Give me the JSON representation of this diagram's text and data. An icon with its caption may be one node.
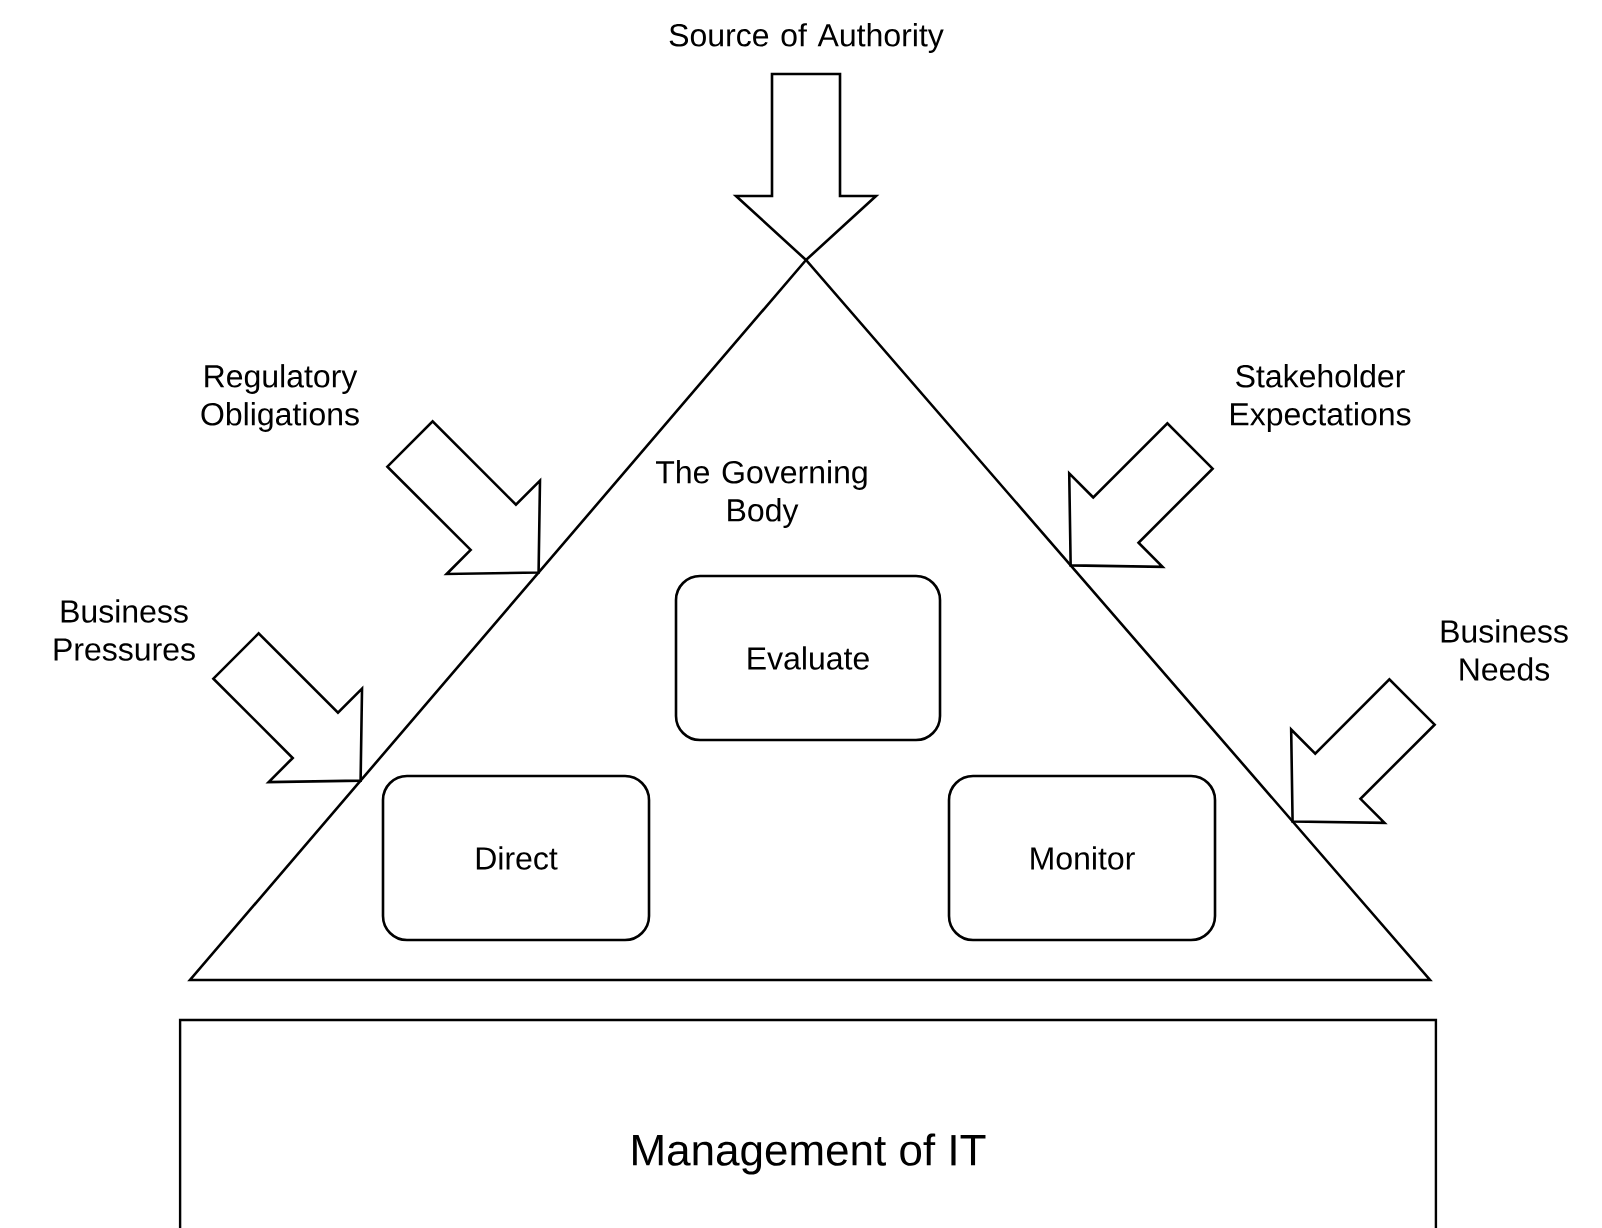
{
  "diagram": {
    "nodes": [
      {
        "text": [
          "The Governing Body"
        ]
      },
      {
        "text": [
          "Evaluate"
        ],
        "in": 0
      },
      {
        "text": [
          "Direct"
        ],
        "in": 0
      },
      {
        "text": [
          "Monitor"
        ],
        "in": 0
      },
      {
        "text": [
          "Management of IT"
        ]
      },
      {
        "text": [
          "Source of Authority"
        ]
      },
      {
        "text": [
          "Regulatory Obligations"
        ]
      },
      {
        "text": [
          "Business Pressures"
        ]
      },
      {
        "text": [
          "Stakeholder Expectations"
        ]
      },
      {
        "text": [
          "Business Needs"
        ]
      }
    ],
    "edges": [
      {
        "from": 5,
        "to": 0,
        "arrow": "to"
      },
      {
        "from": 6,
        "to": 0,
        "arrow": "to"
      },
      {
        "from": 7,
        "to": 0,
        "arrow": "to"
      },
      {
        "from": 8,
        "to": 0,
        "arrow": "to"
      },
      {
        "from": 9,
        "to": 0,
        "arrow": "to"
      }
    ]
  }
}
